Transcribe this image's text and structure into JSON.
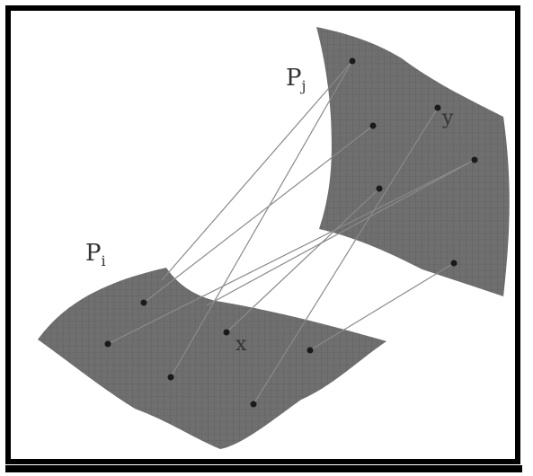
{
  "diagram": {
    "surface_left_label": "P",
    "surface_left_subscript": "i",
    "surface_right_label": "P",
    "surface_right_subscript": "j",
    "point_left_label": "x",
    "point_right_label": "y",
    "colors": {
      "surface_fill": "#6f6f6f",
      "mesh": "#5a5a5a",
      "line": "#8a8a8a",
      "point": "#1a1a1a",
      "frame": "#000000"
    }
  }
}
